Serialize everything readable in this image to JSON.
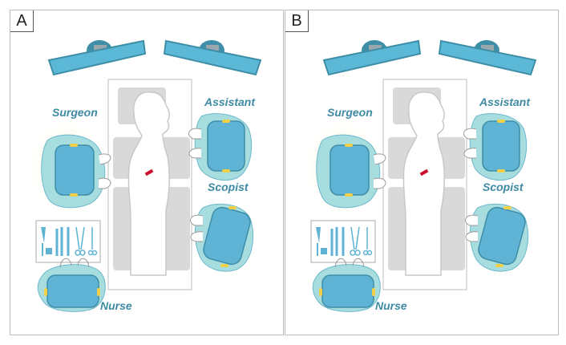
{
  "panels": [
    {
      "label": "A",
      "roles": {
        "surgeon": "Surgeon",
        "assistant": "Assistant",
        "scopist": "Scopist",
        "nurse": "Nurse"
      },
      "highlight": "surgeon"
    },
    {
      "label": "B",
      "roles": {
        "surgeon": "Surgeon",
        "assistant": "Assistant",
        "scopist": "Scopist",
        "nurse": "Nurse"
      },
      "highlight": "surgeon"
    }
  ],
  "colors": {
    "role_text": "#3e8aa3",
    "person_outer": "#a8dde0",
    "person_inner": "#5fb3d4",
    "monitor": "#5bb8d6",
    "table": "#d9d9d9",
    "incision": "#c8102e",
    "highlight": "#f7f5a8"
  }
}
